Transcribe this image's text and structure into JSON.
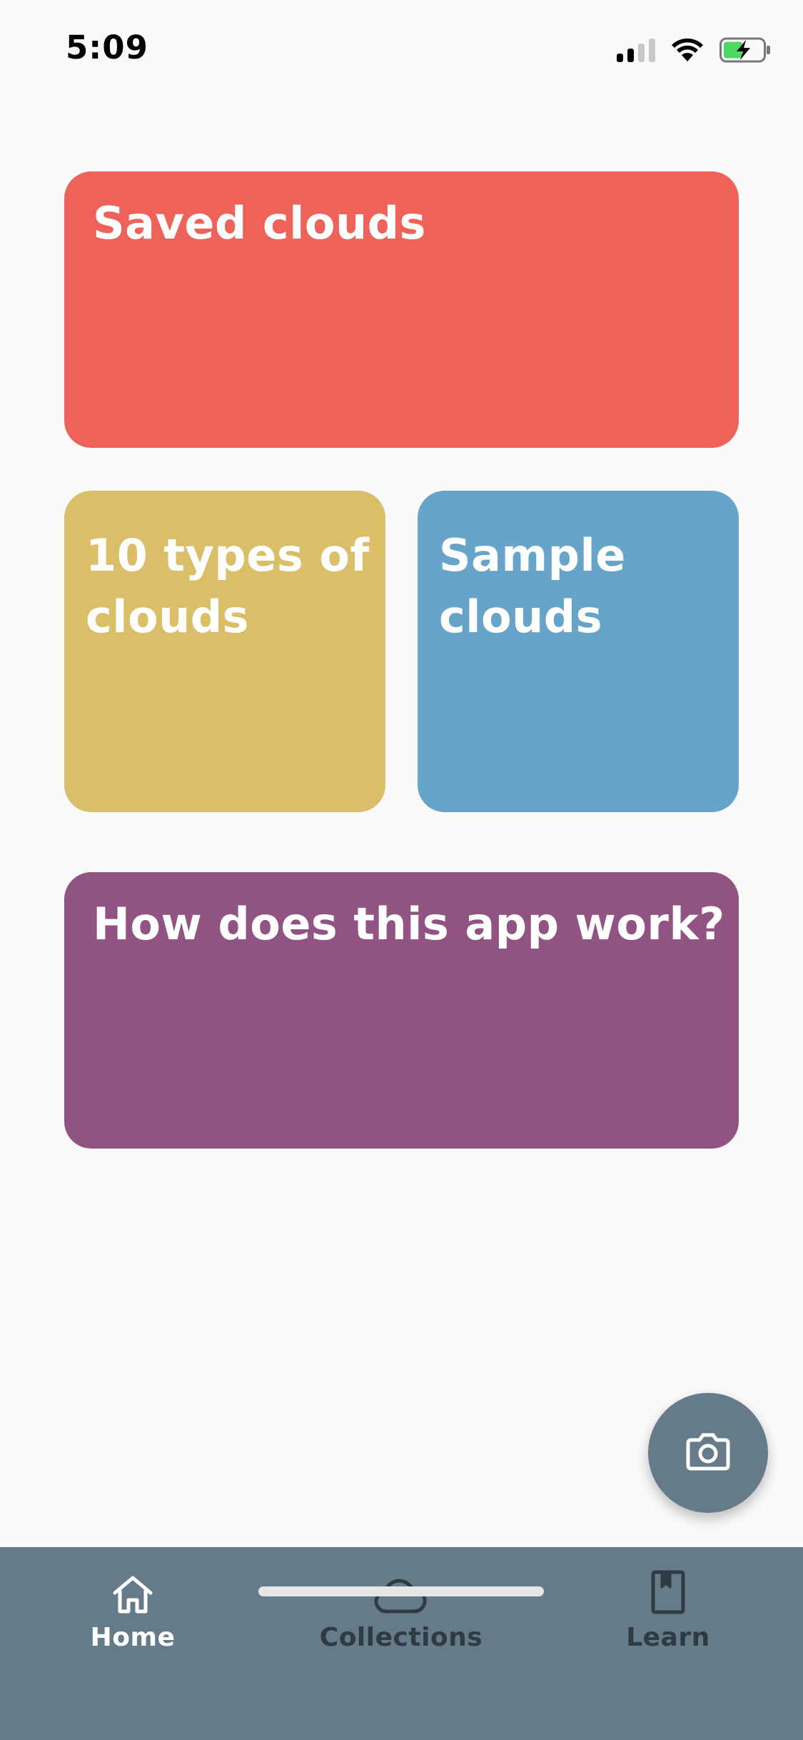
{
  "status_bar": {
    "time": "5:09"
  },
  "cards": {
    "saved": {
      "title": "Saved clouds",
      "color": "#ef6259"
    },
    "types": {
      "title_line1": "10 types of",
      "title_line2": "clouds",
      "color": "#dabe68"
    },
    "sample": {
      "title_line1": "Sample",
      "title_line2": "clouds",
      "color": "#66a4c9"
    },
    "how": {
      "title": "How does this app work?",
      "color": "#915381"
    }
  },
  "fab": {
    "icon": "camera-icon",
    "color": "#667b89"
  },
  "nav": {
    "background": "#667b89",
    "items": [
      {
        "label": "Home",
        "icon": "home-icon",
        "active": true
      },
      {
        "label": "Collections",
        "icon": "cloud-icon",
        "active": false
      },
      {
        "label": "Learn",
        "icon": "book-icon",
        "active": false
      }
    ],
    "active_color": "#ffffff",
    "inactive_color": "#2f3a42"
  }
}
